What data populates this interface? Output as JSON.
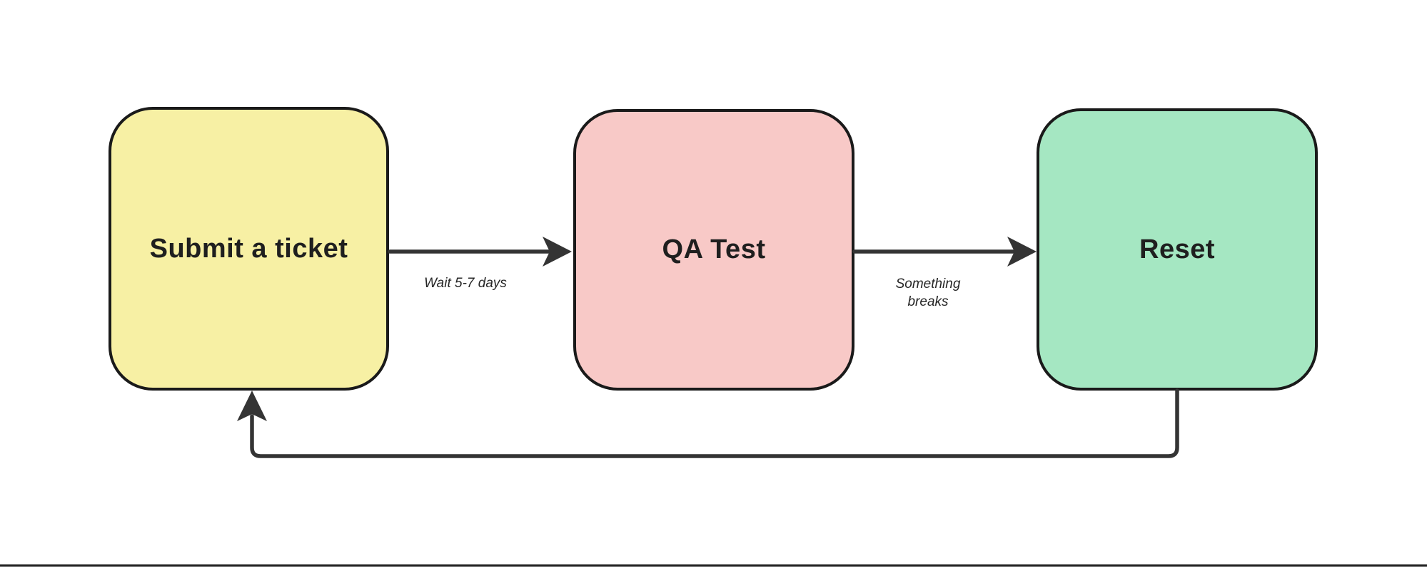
{
  "diagram": {
    "nodes": [
      {
        "label": "Submit a ticket",
        "fill": "#f7f0a4",
        "border": "#1a1a1a"
      },
      {
        "label": "QA Test",
        "fill": "#f8c9c7",
        "border": "#1a1a1a"
      },
      {
        "label": "Reset",
        "fill": "#a5e7c2",
        "border": "#1a1a1a"
      }
    ],
    "edges": [
      {
        "from": "Submit a ticket",
        "to": "QA Test",
        "label": "Wait 5-7 days"
      },
      {
        "from": "QA Test",
        "to": "Reset",
        "label": "Something breaks"
      },
      {
        "from": "Reset",
        "to": "Submit a ticket",
        "label": ""
      }
    ],
    "colors": {
      "edge": "#343434",
      "text": "#1f1f1f",
      "background": "#ffffff",
      "bottom_edge": "#1f1f1f"
    }
  }
}
